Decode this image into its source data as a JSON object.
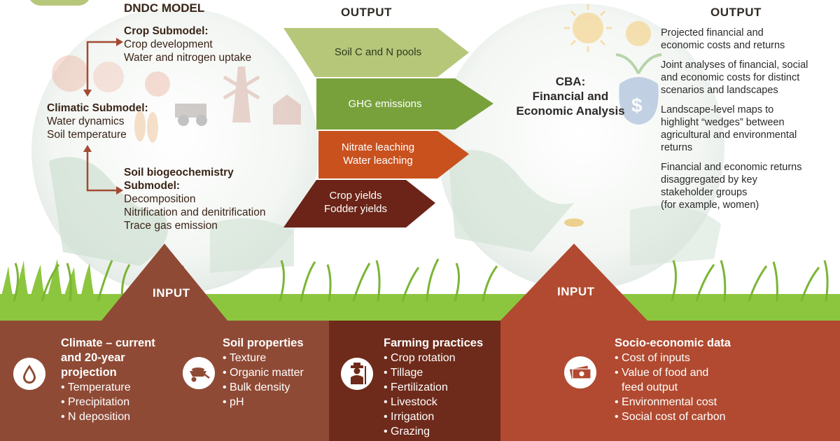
{
  "dndc": {
    "title": "DNDC MODEL",
    "crop": {
      "heading": "Crop Submodel:",
      "items": [
        "Crop development",
        "Water and nitrogen uptake"
      ]
    },
    "climatic": {
      "heading": "Climatic Submodel:",
      "items": [
        "Water dynamics",
        "Soil temperature"
      ]
    },
    "soil": {
      "heading_line1": "Soil biogeochemistry",
      "heading_line2": "Submodel:",
      "items": [
        "Decomposition",
        "Nitrification and denitrification",
        "Trace gas emission"
      ]
    }
  },
  "output_left": {
    "heading": "OUTPUT",
    "arrows": [
      {
        "lines": [
          "Soil C and N pools"
        ],
        "color": "#b6c77a"
      },
      {
        "lines": [
          "GHG emissions"
        ],
        "color": "#78a13c"
      },
      {
        "lines": [
          "Nitrate leaching",
          "Water leaching"
        ],
        "color": "#c8511e"
      },
      {
        "lines": [
          "Crop yields",
          "Fodder yields"
        ],
        "color": "#6b2417"
      }
    ]
  },
  "cba": {
    "line1": "CBA:",
    "line2": "Financial and",
    "line3": "Economic Analysis"
  },
  "output_right": {
    "heading": "OUTPUT",
    "items": [
      [
        "Projected financial and",
        "economic costs and returns"
      ],
      [
        "Joint analyses of financial, social",
        "and economic costs for distinct",
        "scenarios and landscapes"
      ],
      [
        "Landscape-level maps to",
        "highlight “wedges” between",
        "agricultural and environmental",
        "returns"
      ],
      [
        "Financial and economic returns",
        "disaggregated by key",
        "stakeholder groups",
        "(for example, women)"
      ]
    ]
  },
  "input_left": {
    "label": "INPUT"
  },
  "input_right": {
    "label": "INPUT"
  },
  "panels": {
    "climate": {
      "heading": [
        "Climate – current",
        "and 20-year",
        "projection"
      ],
      "items": [
        "Temperature",
        "Precipitation",
        "N deposition"
      ],
      "icon": "water-drop-icon"
    },
    "soil": {
      "heading": [
        "Soil properties"
      ],
      "items": [
        "Texture",
        "Organic matter",
        "Bulk density",
        "pH"
      ],
      "icon": "wheelbarrow-icon"
    },
    "farming": {
      "heading": [
        "Farming practices"
      ],
      "items": [
        "Crop rotation",
        "Tillage",
        "Fertilization",
        "Livestock",
        "Irrigation",
        "Grazing"
      ],
      "icon": "farmer-icon"
    },
    "socio": {
      "heading": [
        "Socio-economic data"
      ],
      "items": [
        "Cost of inputs",
        "Value of food and",
        "feed output",
        "Environmental cost",
        "Social cost of carbon"
      ],
      "icon": "money-icon"
    }
  },
  "colors": {
    "panel_left": "#8f4a35",
    "panel_mid": "#6e2a1a",
    "panel_right": "#b14a30",
    "text_dark": "#3a2418",
    "grass": "#8cc63f"
  }
}
